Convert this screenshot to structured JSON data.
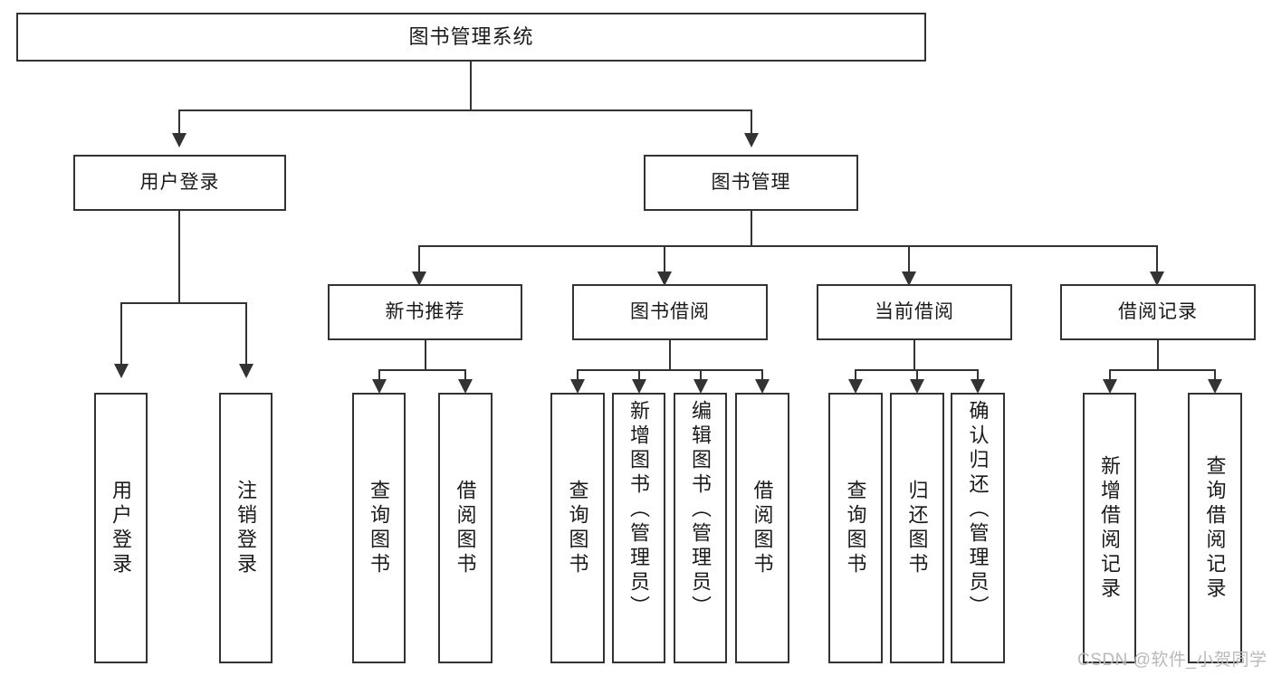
{
  "diagram": {
    "title": "图书管理系统",
    "type": "tree-hierarchy-diagram",
    "colors": {
      "stroke": "#333333",
      "fill": "#ffffff",
      "text": "#1a1a1a",
      "watermark": "#b9b9b9"
    },
    "root": {
      "label": "图书管理系统"
    },
    "level2": [
      {
        "label": "用户登录"
      },
      {
        "label": "图书管理"
      }
    ],
    "level3": [
      {
        "label": "新书推荐"
      },
      {
        "label": "图书借阅"
      },
      {
        "label": "当前借阅"
      },
      {
        "label": "借阅记录"
      }
    ],
    "leaves": {
      "user_login": [
        {
          "label": "用户登录"
        },
        {
          "label": "注销登录"
        }
      ],
      "new_book_recommend": [
        {
          "label": "查询图书"
        },
        {
          "label": "借阅图书"
        }
      ],
      "book_borrow": [
        {
          "label": "查询图书"
        },
        {
          "label": "新增图书（管理员）"
        },
        {
          "label": "编辑图书（管理员）"
        },
        {
          "label": "借阅图书"
        }
      ],
      "current_borrow": [
        {
          "label": "查询图书"
        },
        {
          "label": "归还图书"
        },
        {
          "label": "确认归还（管理员）"
        }
      ],
      "borrow_record": [
        {
          "label": "新增借阅记录"
        },
        {
          "label": "查询借阅记录"
        }
      ]
    }
  },
  "watermark": {
    "text": "CSDN @软件_小贺同学"
  }
}
